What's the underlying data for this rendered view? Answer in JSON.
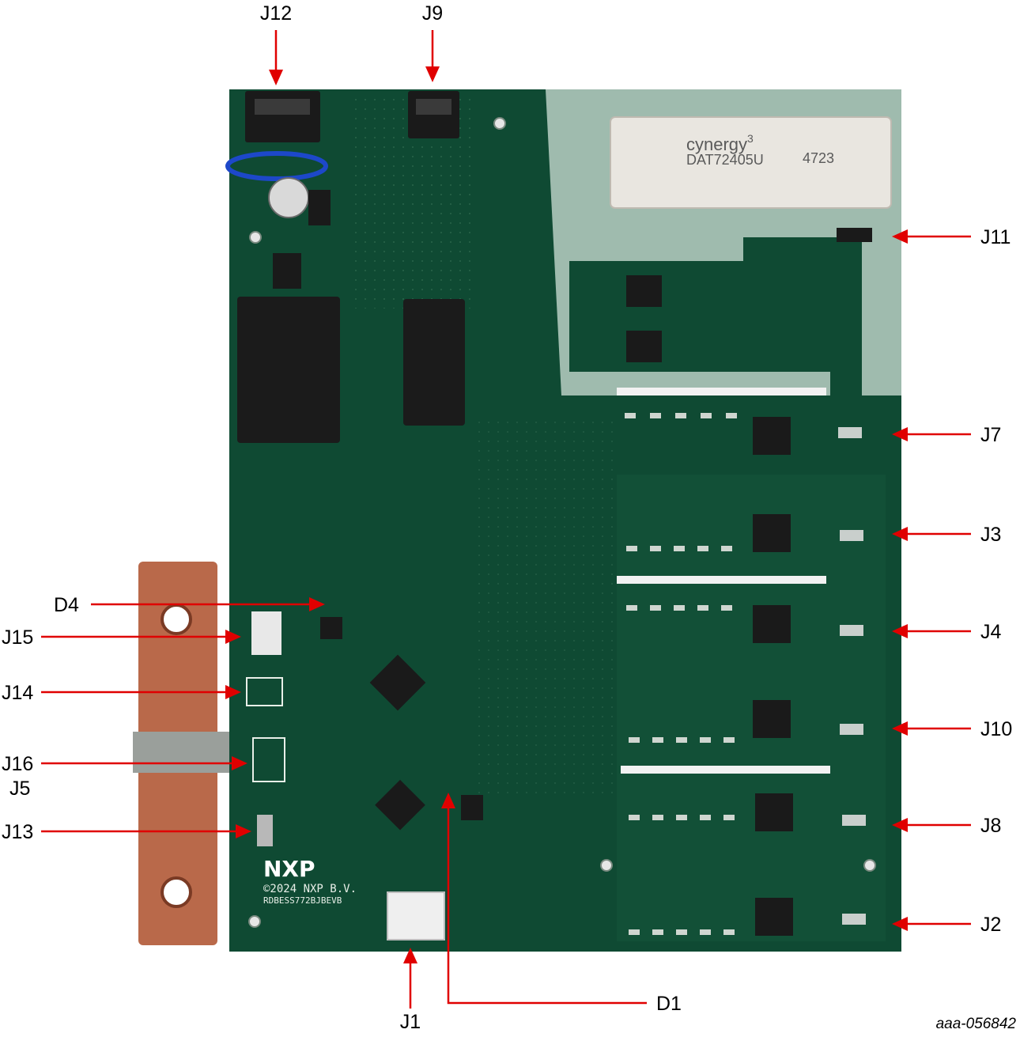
{
  "board": {
    "logo": "NXP",
    "copyright": "©2024 NXP B.V.",
    "board_id": "RDBESS772BJBEVB",
    "transformer": {
      "brand": "cynergy",
      "brand_sup": "3",
      "part_number": "DAT72405U",
      "date_code": "4723"
    },
    "colors": {
      "pcb": "#0f4a33",
      "copper": "#b9694a",
      "arrow": "#e00000",
      "transformer": "#e9e6e0"
    }
  },
  "callouts": [
    {
      "id": "J12",
      "label": "J12"
    },
    {
      "id": "J9",
      "label": "J9"
    },
    {
      "id": "J11",
      "label": "J11"
    },
    {
      "id": "J7",
      "label": "J7"
    },
    {
      "id": "J3",
      "label": "J3"
    },
    {
      "id": "J4",
      "label": "J4"
    },
    {
      "id": "J10",
      "label": "J10"
    },
    {
      "id": "J8",
      "label": "J8"
    },
    {
      "id": "J2",
      "label": "J2"
    },
    {
      "id": "D4",
      "label": "D4"
    },
    {
      "id": "J15",
      "label": "J15"
    },
    {
      "id": "J14",
      "label": "J14"
    },
    {
      "id": "J16",
      "label": "J16"
    },
    {
      "id": "J5",
      "label": "J5"
    },
    {
      "id": "J13",
      "label": "J13"
    },
    {
      "id": "J1",
      "label": "J1"
    },
    {
      "id": "D1",
      "label": "D1"
    }
  ],
  "figure_id": "aaa-056842"
}
